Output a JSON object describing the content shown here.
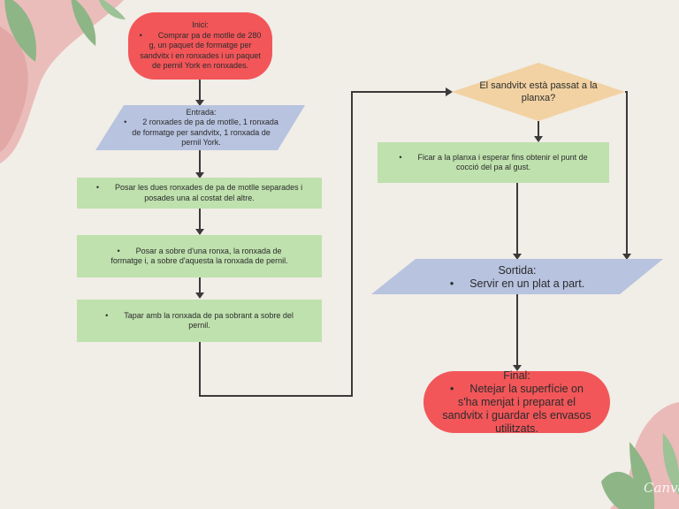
{
  "nodes": {
    "start": {
      "title": "Inici:",
      "body": "Comprar pa de motlle de 280 g, un paquet de formatge per sandvitx i en ronxades i un paquet de pernil York en ronxades."
    },
    "input": {
      "title": "Entrada:",
      "body": "2 ronxades de pa de motlle, 1 ronxada de formatge per sandvitx, 1 ronxada de pernil York."
    },
    "step1": {
      "body": "Posar les dues ronxades de pa de motlle separades i posades una al costat del altre."
    },
    "step2": {
      "body": "Posar a sobre d'una ronxa, la ronxada de formatge i, a sobre d'aquesta la ronxada de pernil."
    },
    "step3": {
      "body": "Tapar amb la ronxada de pa sobrant a sobre del pernil."
    },
    "decision": {
      "text": "El sandvitx està passat a la planxa?"
    },
    "grill": {
      "body": "Ficar a la planxa i esperar fins obtenir el punt de cocció del pa al gust."
    },
    "output": {
      "title": "Sortida:",
      "body": "Servir en un plat a part."
    },
    "end": {
      "title": "Final:",
      "body": "Netejar la superfície on s'ha menjat i preparat el sandvitx i guardar els envasos utilitzats."
    }
  },
  "colors": {
    "background": "#f1ede7",
    "terminal": "#f25659",
    "process": "#bfe1ae",
    "io": "#b7c3df",
    "decision": "#f2d2a2",
    "connector": "#3a3a3a",
    "leaf": "#8db586",
    "blob": "#e9a8a8"
  },
  "decorations": {
    "watermark": "Canva"
  }
}
